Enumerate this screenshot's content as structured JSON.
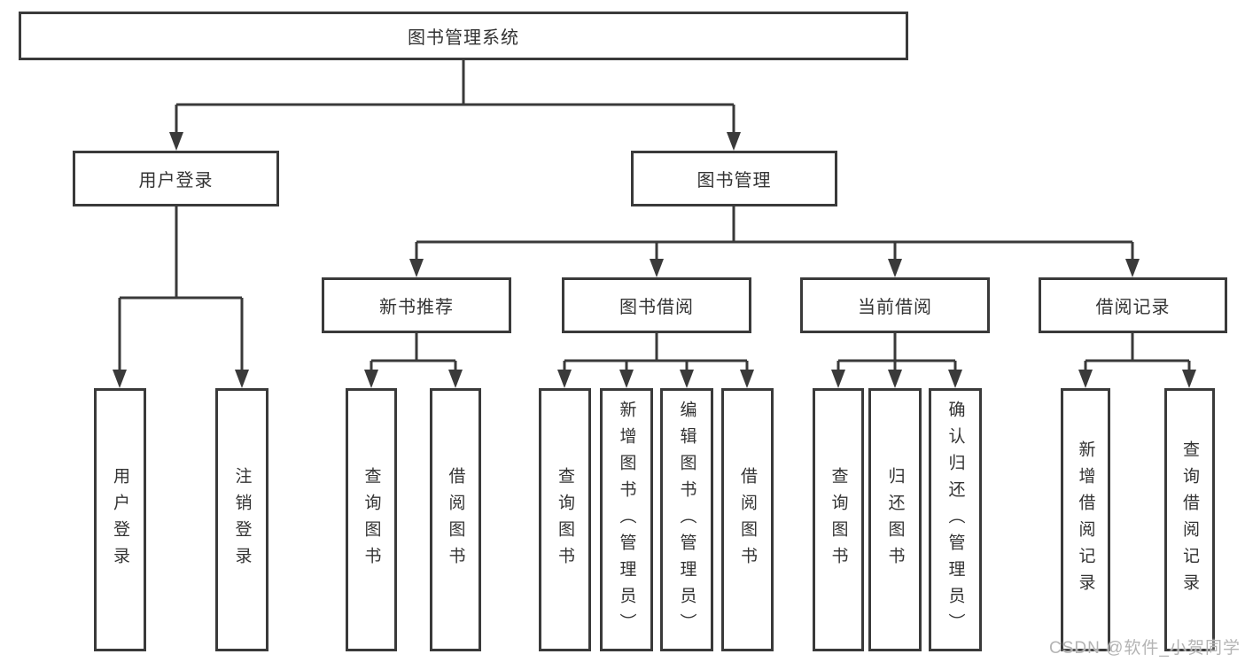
{
  "colors": {
    "line": "#3a3a3a",
    "text": "#333333",
    "watermark": "#b4b4b4",
    "background": "#ffffff"
  },
  "diagram": {
    "root": {
      "label": "图书管理系统"
    },
    "level2": [
      {
        "label": "用户登录"
      },
      {
        "label": "图书管理"
      }
    ],
    "level3": [
      {
        "label": "新书推荐"
      },
      {
        "label": "图书借阅"
      },
      {
        "label": "当前借阅"
      },
      {
        "label": "借阅记录"
      }
    ],
    "leaves": {
      "user_login": [
        "用户登录",
        "注销登录"
      ],
      "new_book_recommend": [
        "查询图书",
        "借阅图书"
      ],
      "book_borrowing": [
        "查询图书",
        "新增图书（管理员）",
        "编辑图书（管理员）",
        "借阅图书"
      ],
      "current_borrowing": [
        "查询图书",
        "归还图书",
        "确认归还（管理员）"
      ],
      "borrowing_records": [
        "新增借阅记录",
        "查询借阅记录"
      ]
    }
  },
  "watermark": {
    "text": "CSDN @软件_小贺同学"
  }
}
